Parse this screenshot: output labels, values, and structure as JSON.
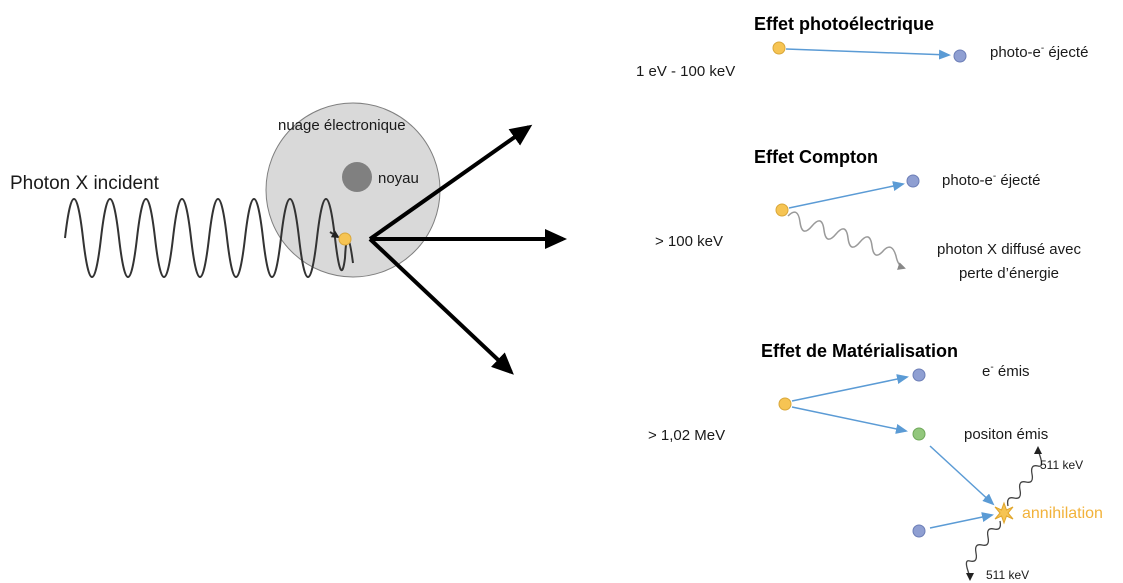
{
  "colors": {
    "photon": "#f6c453",
    "electron": "#8f9fd2",
    "positron": "#92c77c",
    "arrow": "#5b9bd5",
    "cloud": "#d9d9d9",
    "nucleus": "#808080",
    "annihilation": "#f2b23a"
  },
  "left": {
    "incident_label": "Photon X incident",
    "cloud_label": "nuage électronique",
    "nucleus_label": "noyau"
  },
  "photoelectric": {
    "title": "Effet photoélectrique",
    "energy": "1 eV - 100 keV",
    "electron_label_a": "photo-e",
    "electron_label_sup": "-",
    "electron_label_b": " éjecté"
  },
  "compton": {
    "title": "Effet Compton",
    "energy": "> 100 keV",
    "electron_label_a": "photo-e",
    "electron_label_sup": "-",
    "electron_label_b": " éjecté",
    "scattered_line1": "photon X diffusé avec",
    "scattered_line2": "perte d’énergie"
  },
  "materialisation": {
    "title": "Effet de Matérialisation",
    "energy": "> 1,02 MeV",
    "electron_label_a": "e",
    "electron_label_sup": "-",
    "electron_label_b": " émis",
    "positron_label": "positon émis",
    "annihilation_label": "annihilation",
    "gamma_top": "511 keV",
    "gamma_bottom": "511 keV"
  }
}
